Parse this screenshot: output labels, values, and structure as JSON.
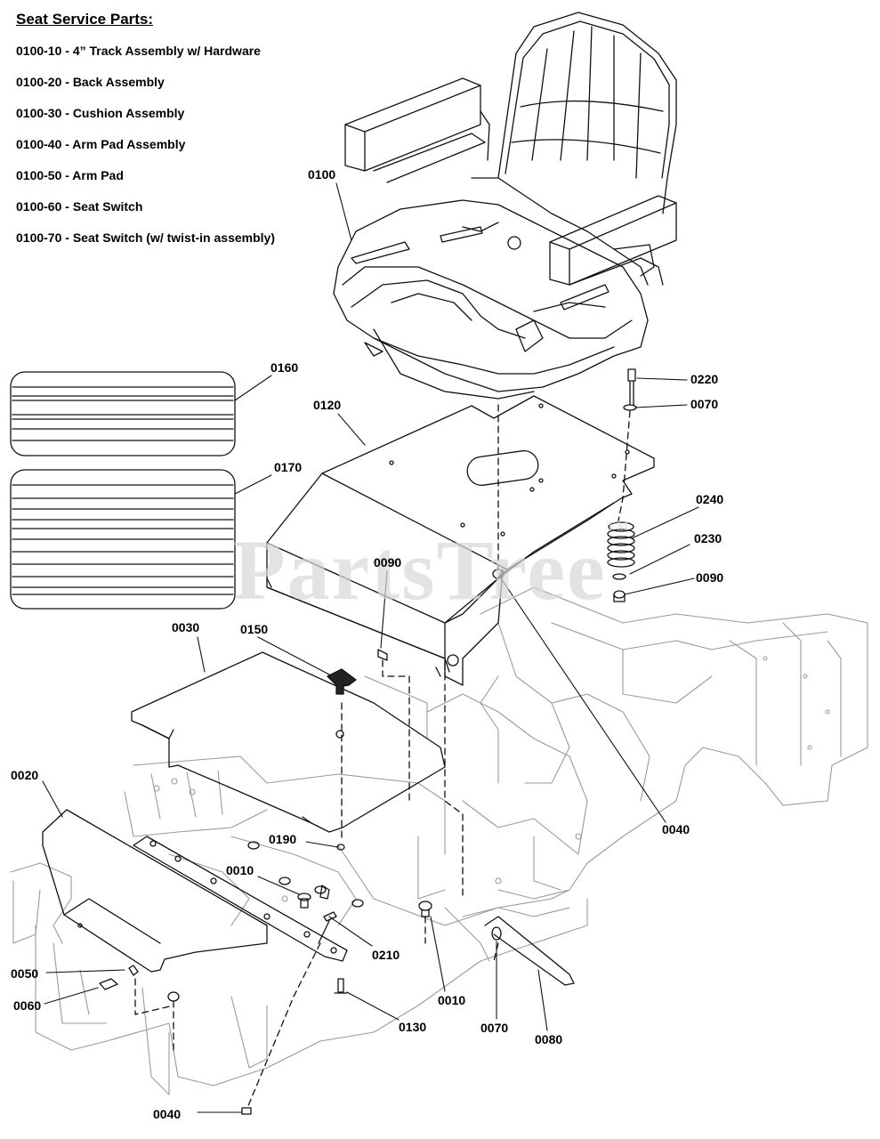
{
  "service_parts": {
    "title": "Seat Service Parts:",
    "items": [
      "0100-10 - 4” Track Assembly w/ Hardware",
      "0100-20 - Back Assembly",
      "0100-30 - Cushion Assembly",
      "0100-40 - Arm Pad Assembly",
      "0100-50 - Arm Pad",
      "0100-60 - Seat Switch",
      "0100-70 - Seat Switch (w/ twist-in assembly)"
    ]
  },
  "watermark": {
    "text": "PartsTree",
    "mark": "TM"
  },
  "callouts": {
    "c0100": "0100",
    "c0160": "0160",
    "c0120": "0120",
    "c0170": "0170",
    "c0220": "0220",
    "c0070a": "0070",
    "c0240": "0240",
    "c0230": "0230",
    "c0090a": "0090",
    "c0090b": "0090",
    "c0030": "0030",
    "c0150": "0150",
    "c0040a": "0040",
    "c0020": "0020",
    "c0190": "0190",
    "c0010a": "0010",
    "c0210": "0210",
    "c0050": "0050",
    "c0060": "0060",
    "c0010b": "0010",
    "c0130": "0130",
    "c0070b": "0070",
    "c0080": "0080",
    "c0040b": "0040"
  },
  "colors": {
    "line": "#111111",
    "frame": "#9a9a9a",
    "watermark": "#d8d8d8"
  }
}
